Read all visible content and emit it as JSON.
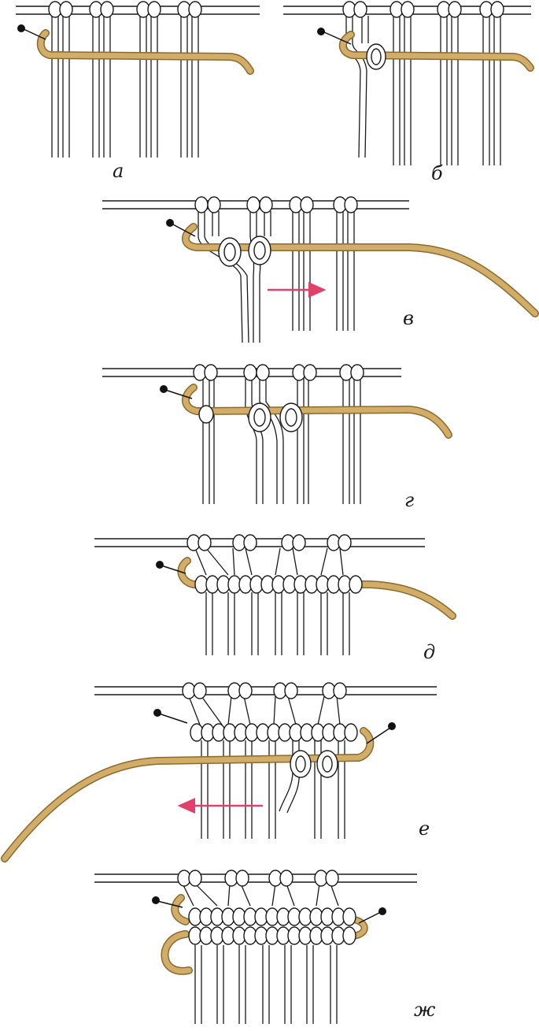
{
  "colors": {
    "ink": "#1a1a1a",
    "cord": "#ffffff",
    "working_cord": "#d2ad68",
    "working_cord_dark": "#8a6a30",
    "arrow": "#e0406a",
    "pin": "#111111"
  },
  "panels": [
    {
      "label": "а",
      "arrow": "none"
    },
    {
      "label": "б",
      "arrow": "none"
    },
    {
      "label": "в",
      "arrow": "right"
    },
    {
      "label": "г",
      "arrow": "none"
    },
    {
      "label": "д",
      "arrow": "none"
    },
    {
      "label": "е",
      "arrow": "left"
    },
    {
      "label": "ж",
      "arrow": "none"
    }
  ]
}
